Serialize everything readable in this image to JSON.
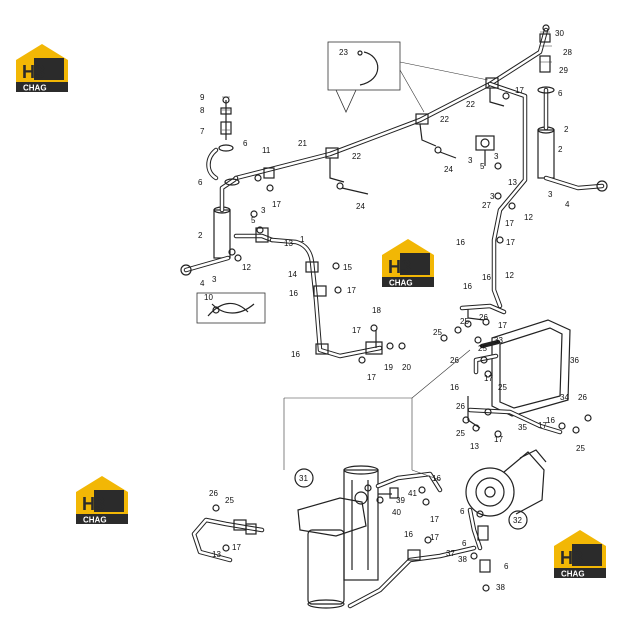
{
  "brand": {
    "badge_text": "H3",
    "badge_sub": "CHAG",
    "colors": {
      "yellow": "#f2b705",
      "dark": "#2b2b2b",
      "white": "#ffffff"
    }
  },
  "labels": [
    {
      "id": "30",
      "text": "30"
    },
    {
      "id": "28",
      "text": "28"
    },
    {
      "id": "29",
      "text": "29"
    },
    {
      "id": "6a",
      "text": "6"
    },
    {
      "id": "17a",
      "text": "17"
    },
    {
      "id": "22a",
      "text": "22"
    },
    {
      "id": "23",
      "text": "23"
    },
    {
      "id": "22b",
      "text": "22"
    },
    {
      "id": "9",
      "text": "9"
    },
    {
      "id": "8",
      "text": "8"
    },
    {
      "id": "7",
      "text": "7"
    },
    {
      "id": "21",
      "text": "21"
    },
    {
      "id": "6b",
      "text": "6"
    },
    {
      "id": "11",
      "text": "11"
    },
    {
      "id": "22c",
      "text": "22"
    },
    {
      "id": "2a",
      "text": "2"
    },
    {
      "id": "3a",
      "text": "3"
    },
    {
      "id": "5a",
      "text": "5"
    },
    {
      "id": "3b",
      "text": "3"
    },
    {
      "id": "6c",
      "text": "6"
    },
    {
      "id": "17b",
      "text": "17"
    },
    {
      "id": "24a",
      "text": "24"
    },
    {
      "id": "3c",
      "text": "3"
    },
    {
      "id": "13a",
      "text": "13"
    },
    {
      "id": "2b",
      "text": "2"
    },
    {
      "id": "3d",
      "text": "3"
    },
    {
      "id": "4a",
      "text": "4"
    },
    {
      "id": "24b",
      "text": "24"
    },
    {
      "id": "3e",
      "text": "3"
    },
    {
      "id": "5b",
      "text": "5"
    },
    {
      "id": "27",
      "text": "27"
    },
    {
      "id": "17c",
      "text": "17"
    },
    {
      "id": "12a",
      "text": "12"
    },
    {
      "id": "1",
      "text": "1"
    },
    {
      "id": "13b",
      "text": "13"
    },
    {
      "id": "12b",
      "text": "12"
    },
    {
      "id": "2c",
      "text": "2"
    },
    {
      "id": "3f",
      "text": "3"
    },
    {
      "id": "4b",
      "text": "4"
    },
    {
      "id": "14",
      "text": "14"
    },
    {
      "id": "15",
      "text": "15"
    },
    {
      "id": "16a",
      "text": "16"
    },
    {
      "id": "17d",
      "text": "17"
    },
    {
      "id": "16b",
      "text": "16"
    },
    {
      "id": "17e",
      "text": "17"
    },
    {
      "id": "10",
      "text": "10"
    },
    {
      "id": "16c",
      "text": "16"
    },
    {
      "id": "12c",
      "text": "12"
    },
    {
      "id": "18",
      "text": "18"
    },
    {
      "id": "17f",
      "text": "17"
    },
    {
      "id": "19",
      "text": "19"
    },
    {
      "id": "20",
      "text": "20"
    },
    {
      "id": "16d",
      "text": "16"
    },
    {
      "id": "17g",
      "text": "17"
    },
    {
      "id": "25a",
      "text": "25"
    },
    {
      "id": "26a",
      "text": "26"
    },
    {
      "id": "25b",
      "text": "25"
    },
    {
      "id": "17h",
      "text": "17"
    },
    {
      "id": "16e",
      "text": "16"
    },
    {
      "id": "33",
      "text": "33"
    },
    {
      "id": "25c",
      "text": "25"
    },
    {
      "id": "26b",
      "text": "26"
    },
    {
      "id": "36",
      "text": "36"
    },
    {
      "id": "16f",
      "text": "16"
    },
    {
      "id": "17i",
      "text": "17"
    },
    {
      "id": "25d",
      "text": "25"
    },
    {
      "id": "26c",
      "text": "26"
    },
    {
      "id": "34",
      "text": "34"
    },
    {
      "id": "26d",
      "text": "26"
    },
    {
      "id": "25e",
      "text": "25"
    },
    {
      "id": "16g",
      "text": "16"
    },
    {
      "id": "35",
      "text": "35"
    },
    {
      "id": "17j",
      "text": "17"
    },
    {
      "id": "13c",
      "text": "13"
    },
    {
      "id": "17k",
      "text": "17"
    },
    {
      "id": "25f",
      "text": "25"
    },
    {
      "id": "31",
      "text": "31"
    },
    {
      "id": "26e",
      "text": "26"
    },
    {
      "id": "25g",
      "text": "25"
    },
    {
      "id": "39",
      "text": "39"
    },
    {
      "id": "41",
      "text": "41"
    },
    {
      "id": "40",
      "text": "40"
    },
    {
      "id": "16h",
      "text": "16"
    },
    {
      "id": "17l",
      "text": "17"
    },
    {
      "id": "6d",
      "text": "6"
    },
    {
      "id": "32",
      "text": "32"
    },
    {
      "id": "17m",
      "text": "17"
    },
    {
      "id": "13d",
      "text": "13"
    },
    {
      "id": "16i",
      "text": "16"
    },
    {
      "id": "17n",
      "text": "17"
    },
    {
      "id": "6e",
      "text": "6"
    },
    {
      "id": "37",
      "text": "37"
    },
    {
      "id": "38a",
      "text": "38"
    },
    {
      "id": "6f",
      "text": "6"
    },
    {
      "id": "38b",
      "text": "38"
    }
  ]
}
